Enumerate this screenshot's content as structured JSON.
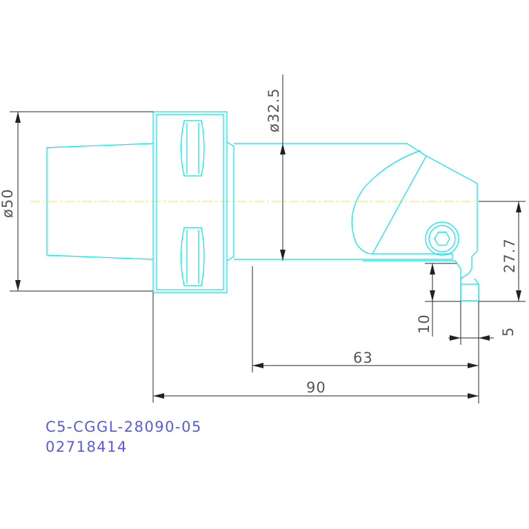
{
  "part": {
    "designation": "C5-CGGL-28090-05",
    "order_number": "02718414"
  },
  "dimensions": {
    "d_shank": "ø50",
    "d_body": "ø32.5",
    "tip_height": "27.7",
    "insert_height": "10",
    "insert_width": "5",
    "reach_body": "63",
    "total_length": "90"
  },
  "colors": {
    "geometry": "#00e5ee",
    "dimension": "#222222",
    "centerline": "#e8e850",
    "caption": "#5a5ae0"
  }
}
